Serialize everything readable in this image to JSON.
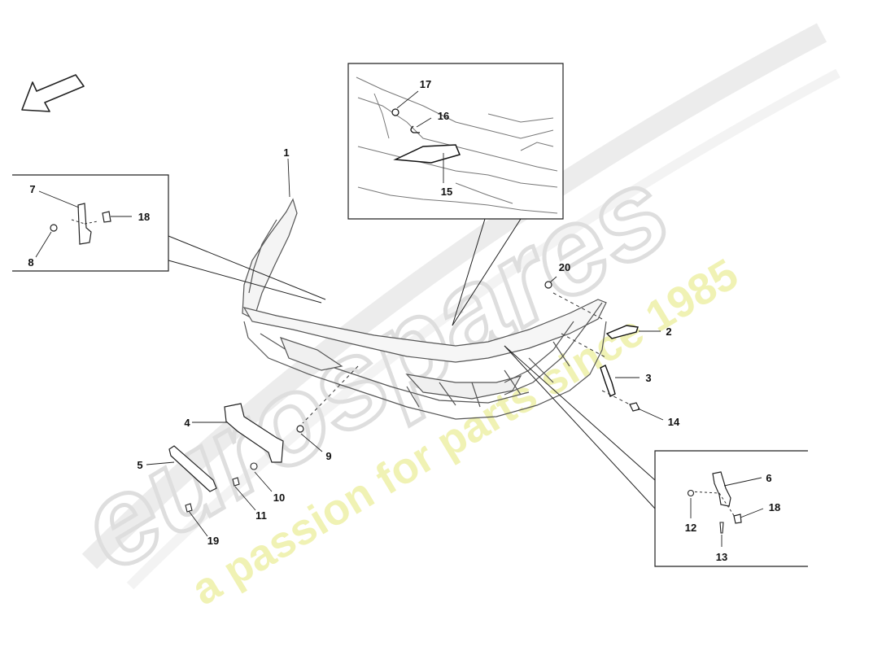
{
  "diagram": {
    "direction_arrow": "front-direction-arrow-icon",
    "callouts": [
      "1",
      "2",
      "3",
      "4",
      "5",
      "6",
      "7",
      "8",
      "9",
      "10",
      "11",
      "12",
      "13",
      "14",
      "15",
      "16",
      "17",
      "18",
      "18",
      "19",
      "20"
    ],
    "watermark": {
      "brand": "eurospares",
      "tagline": "a passion for parts since 1985"
    },
    "colors": {
      "line": "#222222",
      "part_fill": "#eeeeee",
      "watermark_gray": "#dedede",
      "watermark_yellow": "#eef0a8"
    }
  }
}
